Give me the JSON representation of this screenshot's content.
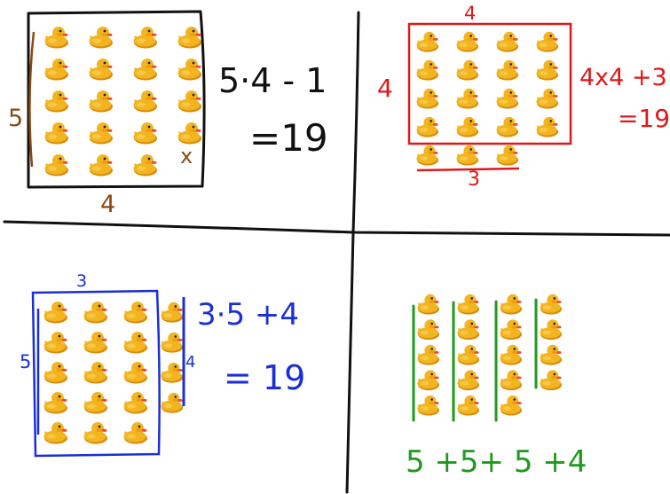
{
  "colors": {
    "ink": "#111111",
    "brown": "#8a4a12",
    "red": "#e01818",
    "blue": "#1a2fd6",
    "green": "#1f9a1f",
    "duck_body": "#f3b51f",
    "duck_shadow": "#d98a0a",
    "duck_beak": "#ef4a1e",
    "duck_eye": "#222222"
  },
  "icons": {
    "duck": "rubber-duck-icon"
  },
  "panels": {
    "top_left": {
      "grid": {
        "cols": 4,
        "rows": 5,
        "crossed_out": 1
      },
      "side_label": "5",
      "bottom_label": "4",
      "cross_mark": "x",
      "equation_line1": "5·4 - 1",
      "equation_line2": "=19"
    },
    "top_right": {
      "grid": {
        "cols": 4,
        "rows": 4,
        "extra_row": 3
      },
      "top_label": "4",
      "side_label": "4",
      "bottom_label": "3",
      "equation_line1": "4x4 +3",
      "equation_line2": "=19"
    },
    "bottom_left": {
      "grid": {
        "cols": 3,
        "rows": 5,
        "extra_column": 4
      },
      "top_label": "3",
      "side_label": "5",
      "right_label": "4",
      "equation_line1": "3·5 +4",
      "equation_line2": "= 19"
    },
    "bottom_right": {
      "columns": [
        5,
        5,
        5,
        4
      ],
      "equation": "5 +5+ 5 +4"
    }
  }
}
